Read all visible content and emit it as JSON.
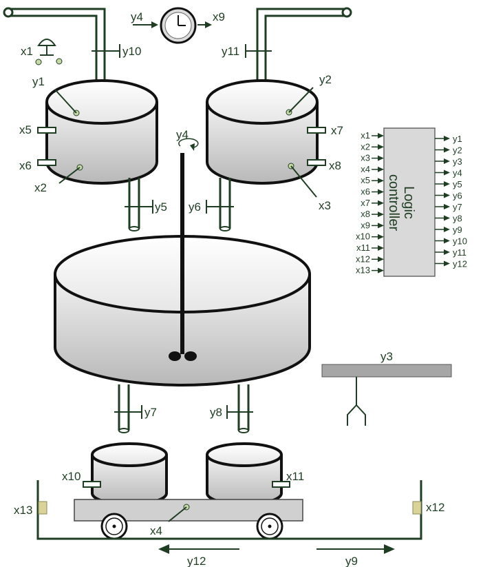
{
  "clock": {
    "input": "y4",
    "output": "x9"
  },
  "valves": {
    "feed1": "y10",
    "feed2": "y11",
    "drain1": "y5",
    "drain2": "y6",
    "main_drain1": "y7",
    "main_drain2": "y8"
  },
  "button": {
    "label": "x1"
  },
  "tank1": {
    "upper_sensor": "y1",
    "lower_sensor": "x2",
    "high_level": "x5",
    "low_level": "x6"
  },
  "tank2": {
    "upper_sensor": "y2",
    "lower_sensor": "x3",
    "high_level": "x7",
    "low_level": "x8"
  },
  "mixer": {
    "label": "y4"
  },
  "crane": {
    "label": "y3"
  },
  "receivers": {
    "left": "x10",
    "right": "x11"
  },
  "cart": {
    "label": "x4",
    "left_limit": "x13",
    "right_limit": "x12"
  },
  "motion": {
    "left": "y12",
    "right": "y9"
  },
  "controller": {
    "title_line1": "Logic",
    "title_line2": "controller",
    "inputs": [
      "x1",
      "x2",
      "x3",
      "x4",
      "x5",
      "x6",
      "x7",
      "x8",
      "x9",
      "x10",
      "x11",
      "x12",
      "x13"
    ],
    "outputs": [
      "y1",
      "y2",
      "y3",
      "y4",
      "y5",
      "y6",
      "y7",
      "y8",
      "y9",
      "y10",
      "y11",
      "y12"
    ]
  }
}
